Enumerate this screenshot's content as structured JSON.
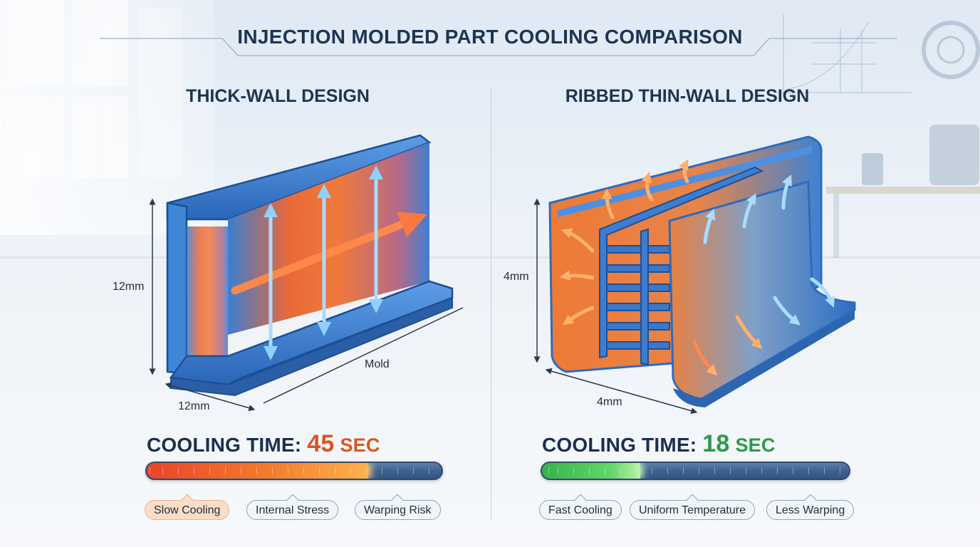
{
  "title": "INJECTION MOLDED PART COOLING COMPARISON",
  "left": {
    "heading": "THICK-WALL DESIGN",
    "height_label": "12mm",
    "width_label": "12mm",
    "mold_label": "Mold",
    "cooling_label": "COOLING TIME:",
    "cooling_value": "45",
    "cooling_unit": "SEC",
    "progress_fraction": 0.75,
    "tags": [
      "Slow Cooling",
      "Internal Stress",
      "Warping Risk"
    ]
  },
  "right": {
    "heading": "RIBBED THIN-WALL DESIGN",
    "height_label": "4mm",
    "width_label": "4mm",
    "cooling_label": "COOLING TIME:",
    "cooling_value": "18",
    "cooling_unit": "SEC",
    "progress_fraction": 0.32,
    "tags": [
      "Fast Cooling",
      "Uniform Temperature",
      "Less Warping"
    ]
  },
  "colors": {
    "hot": "#dc5420",
    "fast": "#2e9a48",
    "heading": "#1d3552",
    "part_blue": "#2f73c6"
  }
}
